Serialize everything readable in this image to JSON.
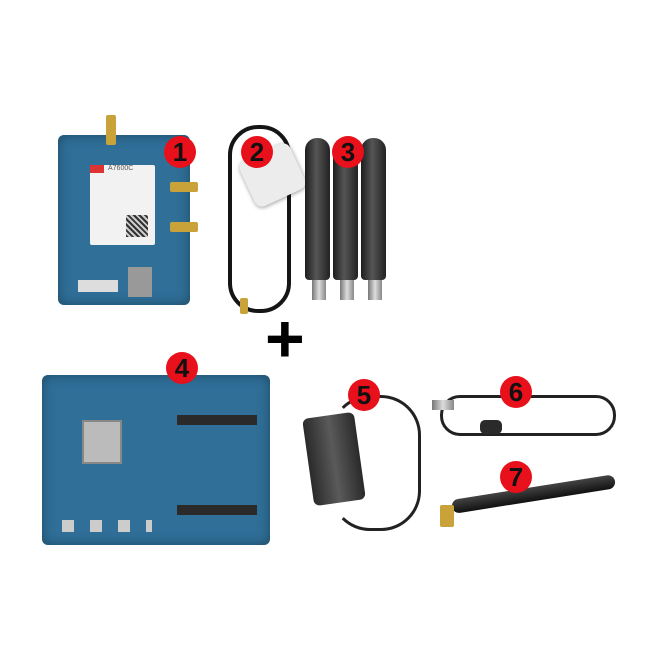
{
  "badges": [
    "1",
    "2",
    "3",
    "4",
    "5",
    "6",
    "7"
  ],
  "plus_sign": "+",
  "module_label": "A7600C",
  "colors": {
    "badge": "#e8101a",
    "pcb": "#2f6f98",
    "antenna": "#222222"
  }
}
